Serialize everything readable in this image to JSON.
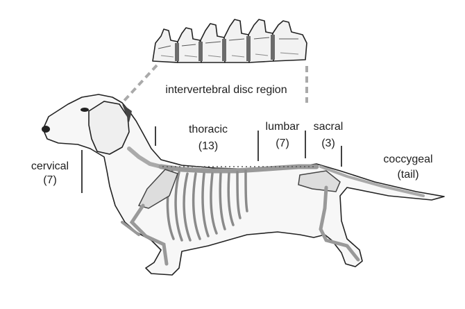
{
  "callout": {
    "text": "intervertebral disc region"
  },
  "regions": [
    {
      "key": "cervical",
      "name": "cervical",
      "count": "(7)"
    },
    {
      "key": "thoracic",
      "name": "thoracic",
      "count": "(13)"
    },
    {
      "key": "lumbar",
      "name": "lumbar",
      "count": "(7)"
    },
    {
      "key": "sacral",
      "name": "sacral",
      "count": "(3)"
    },
    {
      "key": "coccygeal",
      "name": "coccygeal",
      "count": "(tail)"
    }
  ]
}
